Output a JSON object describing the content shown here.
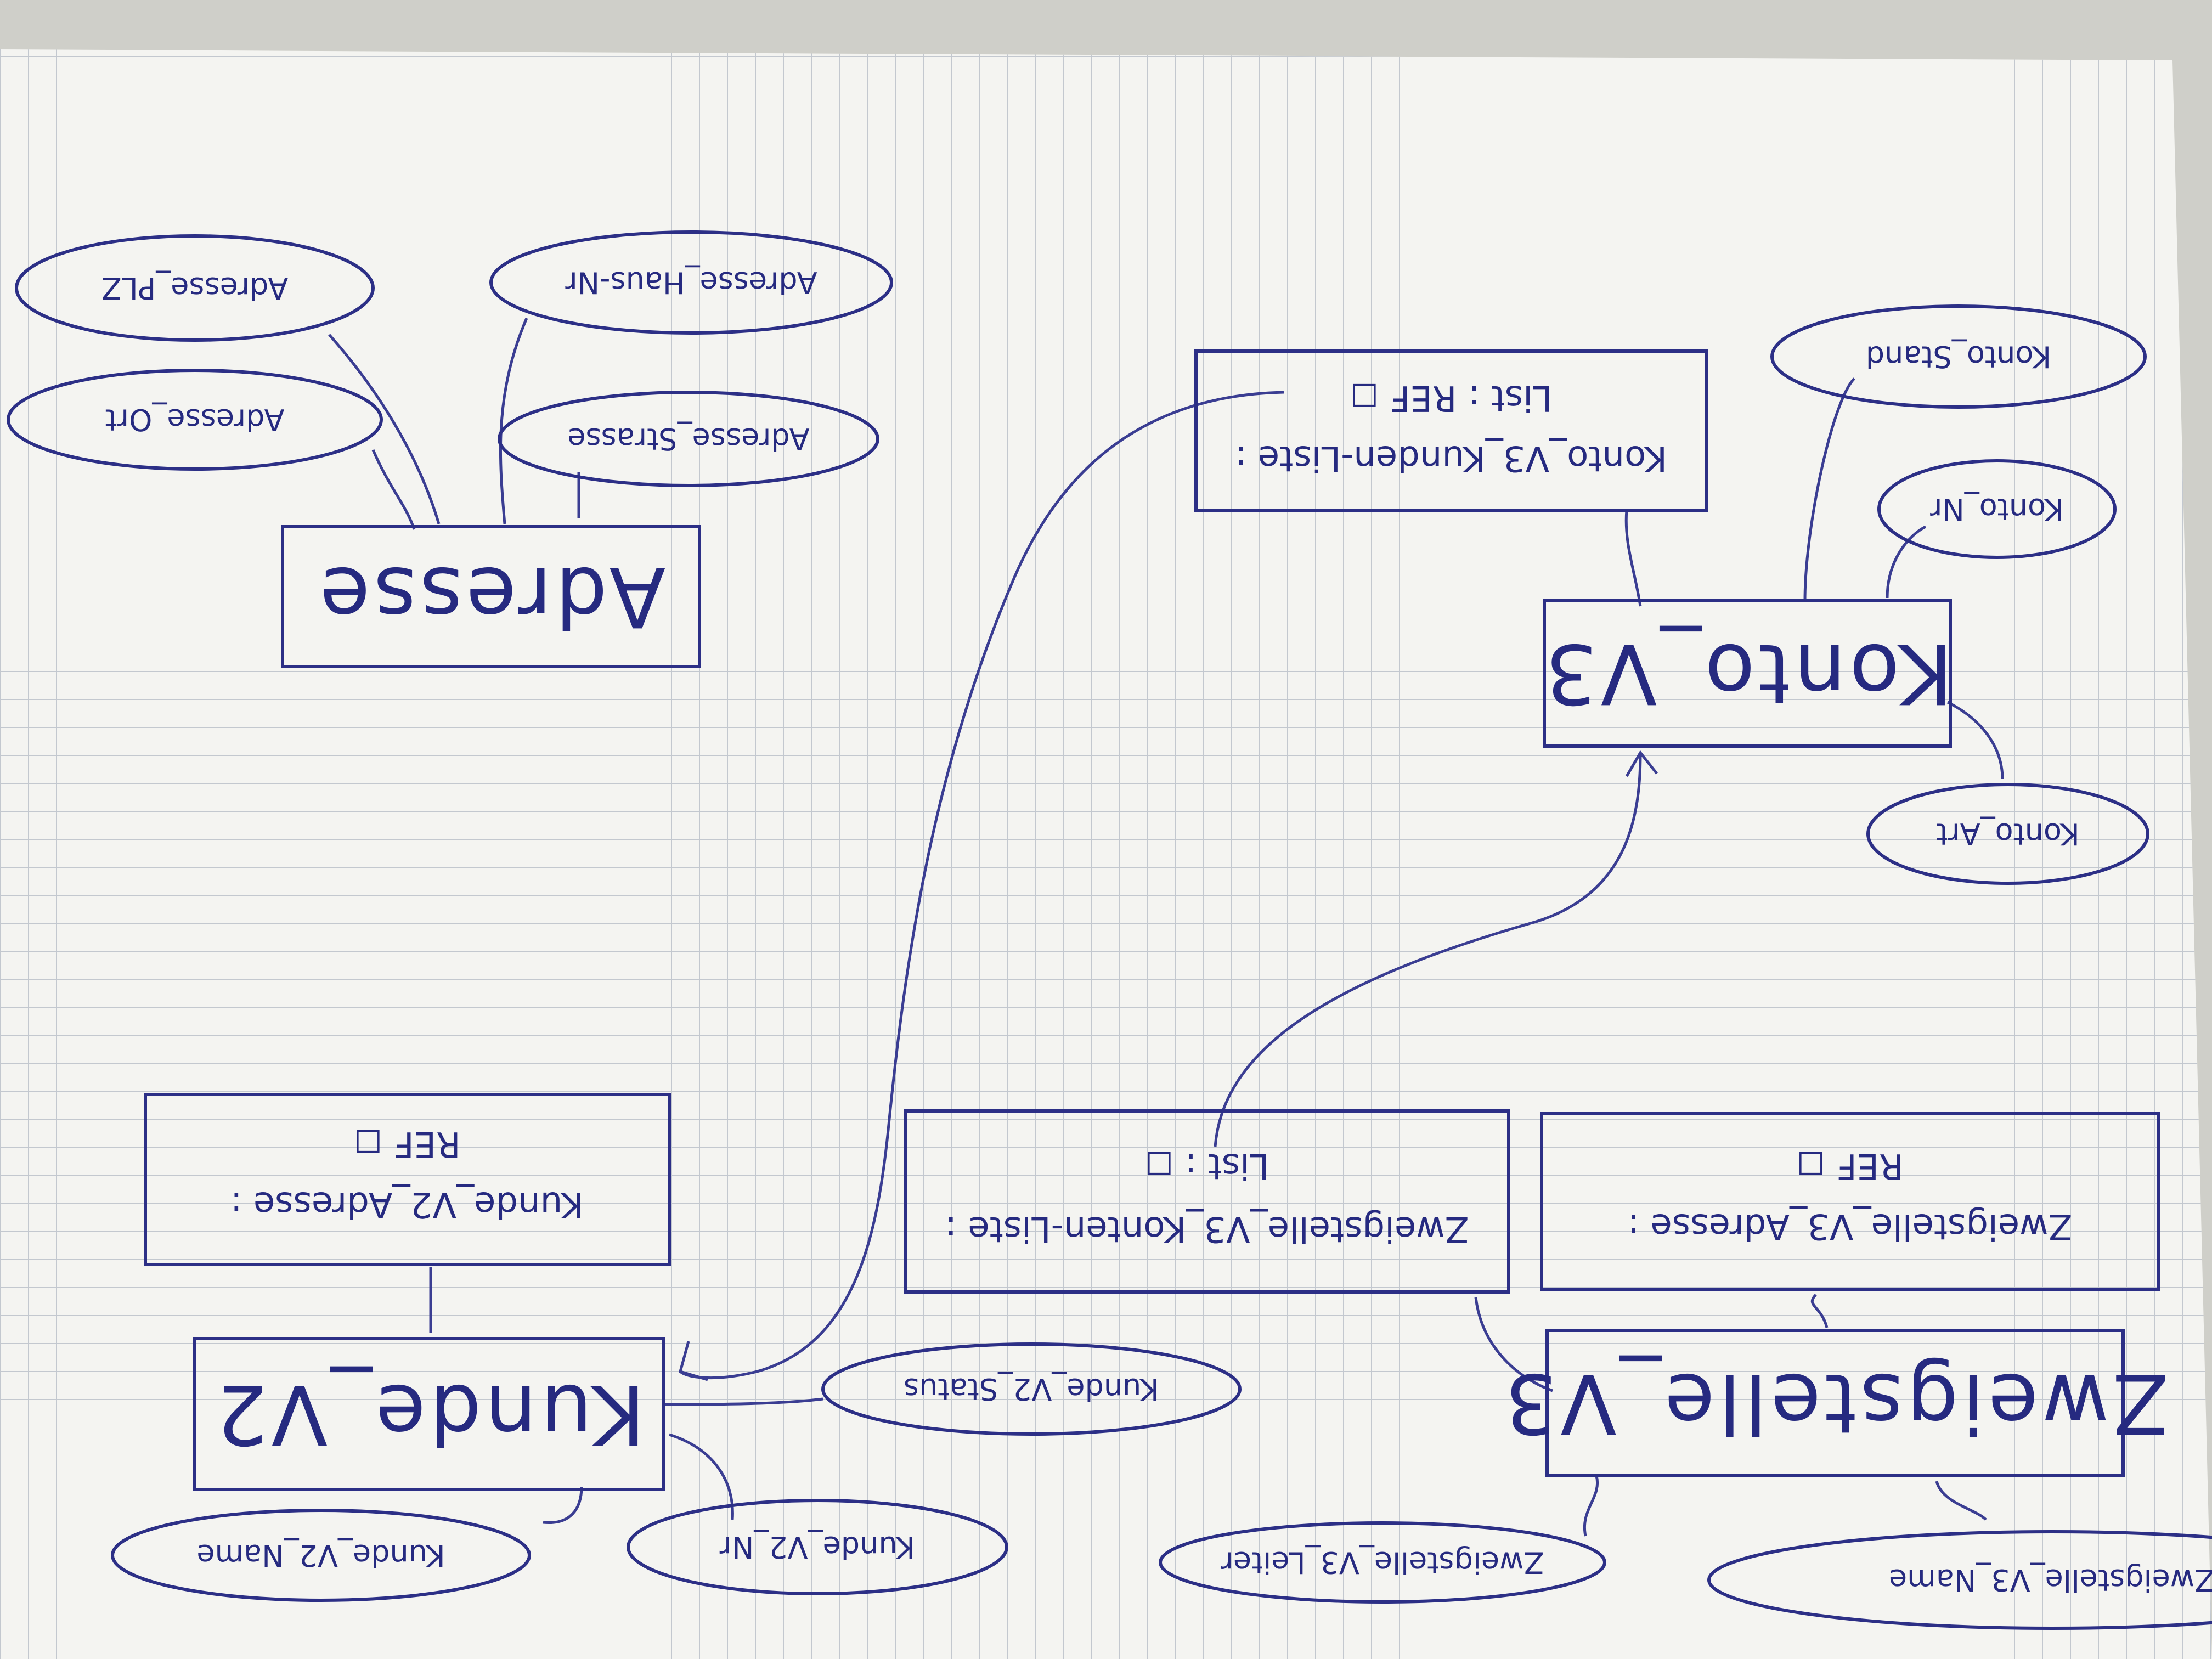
{
  "nodes": {
    "zweigstelle_v3": "Zweigstelle_V3",
    "zweigstelle_v3_name": "Zweigstelle_V3_Name",
    "zweigstelle_v3_leiter": "Zweigstelle_V3_Leiter",
    "zweigstelle_v3_adresse_line1": "Zweigstelle_V3_Adresse :",
    "zweigstelle_v3_adresse_line2": "REF ◻",
    "zweigstelle_v3_konten_line1": "Zweigstelle_V3_Konten-Liste :",
    "zweigstelle_v3_konten_line2": "List : ◻",
    "kunde_v2": "Kunde_V2",
    "kunde_v2_name": "Kunde_V2_Name",
    "kunde_v2_nr": "Kunde_V2_Nr",
    "kunde_v2_status": "Kunde_V2_Status",
    "kunde_v2_adresse_line1": "Kunde_V2_Adresse :",
    "kunde_v2_adresse_line2": "REF ◻",
    "konto_v3": "Konto_V3",
    "konto_art": "Konto_Art",
    "konto_nr": "Konto_Nr",
    "konto_stand": "Konto_Stand",
    "konto_kunden_line1": "Konto_V3_Kunden-Liste :",
    "konto_kunden_line2": "List : REF ◻",
    "adresse": "Adresse",
    "adresse_ort": "Adresse_Ort",
    "adresse_strasse": "Adresse_Strasse",
    "adresse_hausnr": "Adresse_Haus-Nr",
    "adresse_plz": "Adresse_PLZ"
  },
  "colors": {
    "ink": "#2c2f86",
    "paper": "#f4f4f1",
    "grid": "#c3c8cf"
  }
}
